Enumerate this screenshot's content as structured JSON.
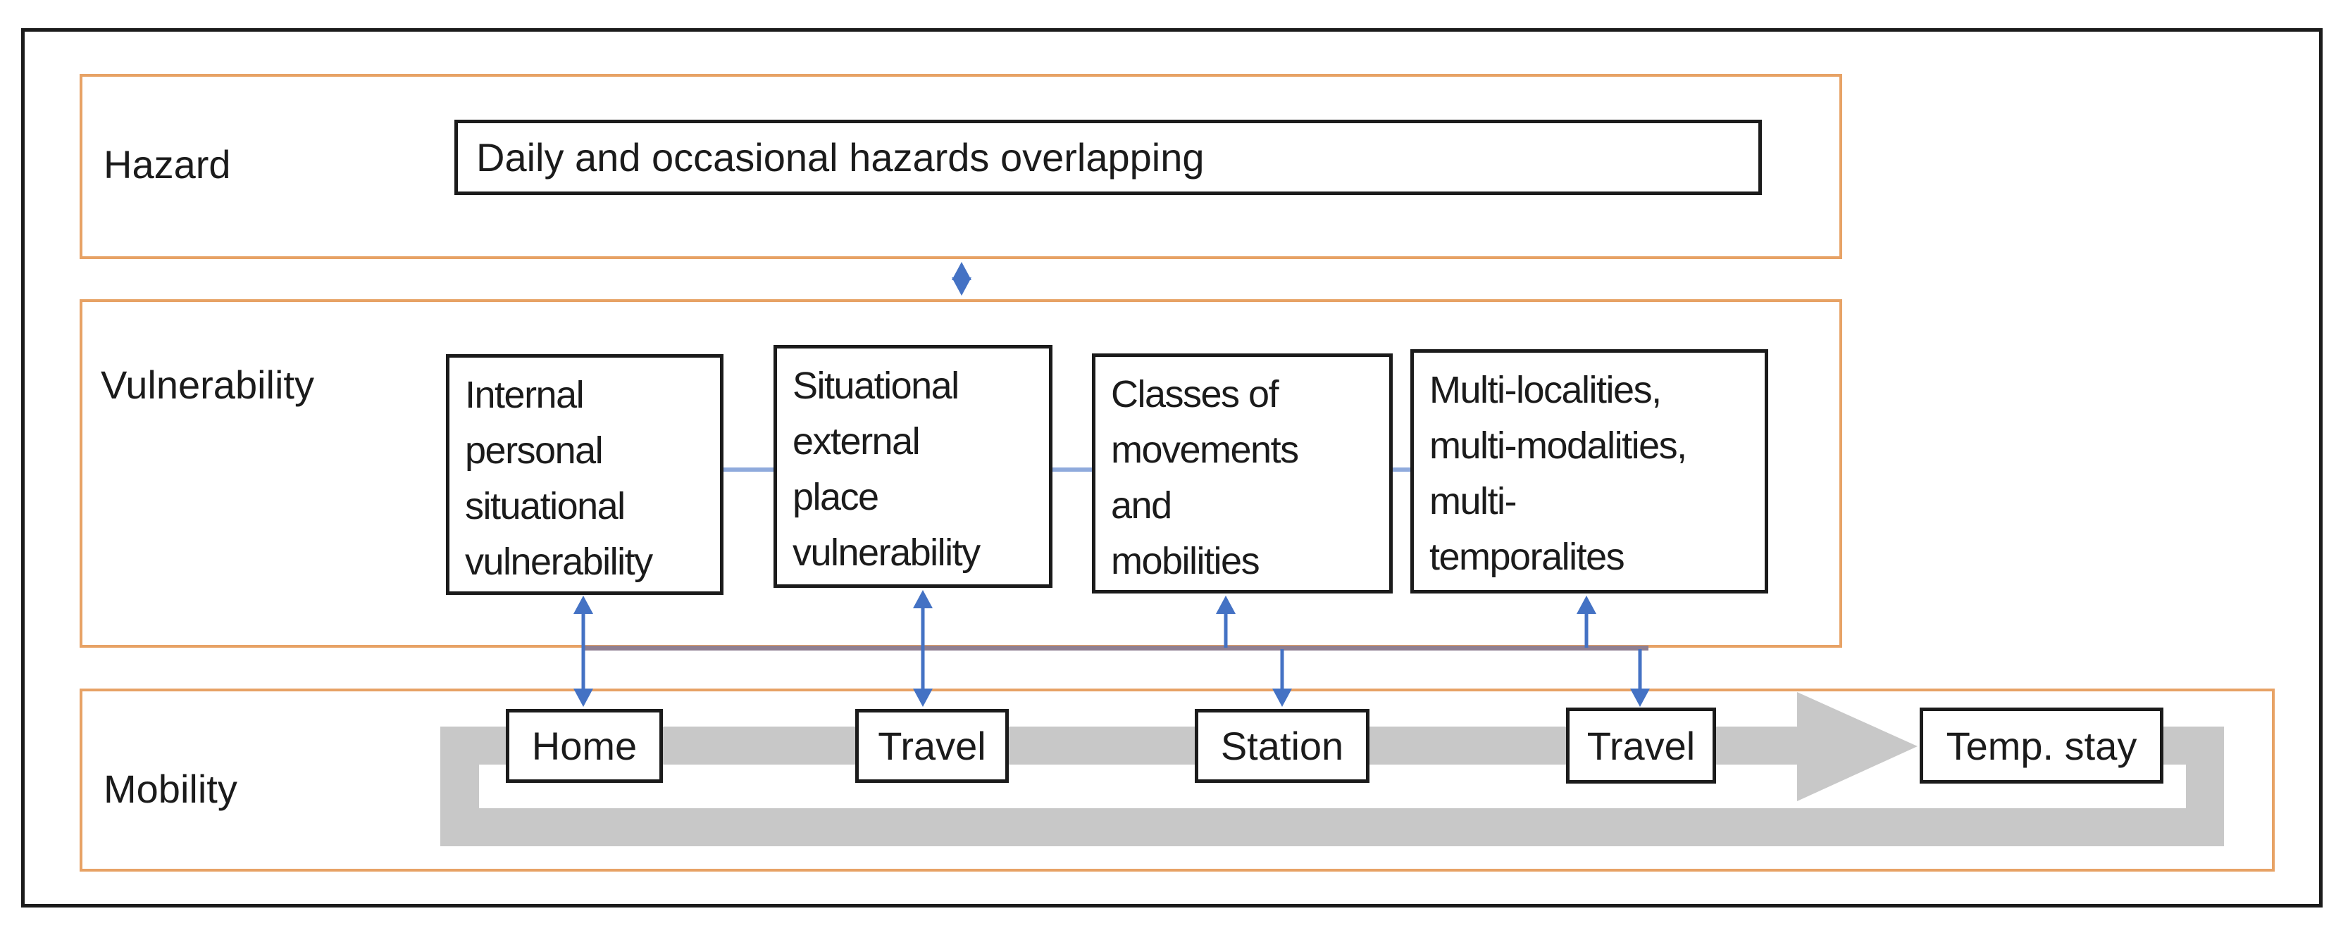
{
  "theme": {
    "background": "#ffffff",
    "border_black": "#1b1b1b",
    "band_orange": "#e7a265",
    "arrow_blue": "#4472c4",
    "connector_blue": "#8faadc",
    "bus_line": "#8f7f92",
    "flow_gray": "#c8c8c8",
    "text": "#1b1b1b"
  },
  "icons": {
    "band_link": "double-vertical-arrow",
    "vertical_link": "double-vertical-arrow",
    "flow": "right-arrow-loop"
  },
  "bands": {
    "hazard": {
      "label": "Hazard",
      "box": "Daily and occasional hazards overlapping"
    },
    "vulnerability": {
      "label": "Vulnerability",
      "boxes": [
        {
          "lines": [
            "Internal",
            "personal",
            "situational",
            "vulnerability"
          ]
        },
        {
          "lines": [
            "Situational",
            "external",
            "place",
            "vulnerability"
          ]
        },
        {
          "lines": [
            "Classes of",
            "movements",
            "and",
            "mobilities"
          ]
        },
        {
          "lines": [
            "Multi-localities,",
            "multi-modalities,",
            "multi-",
            "temporalites"
          ]
        }
      ]
    },
    "mobility": {
      "label": "Mobility",
      "stops": [
        "Home",
        "Travel",
        "Station",
        "Travel",
        "Temp. stay"
      ]
    }
  }
}
